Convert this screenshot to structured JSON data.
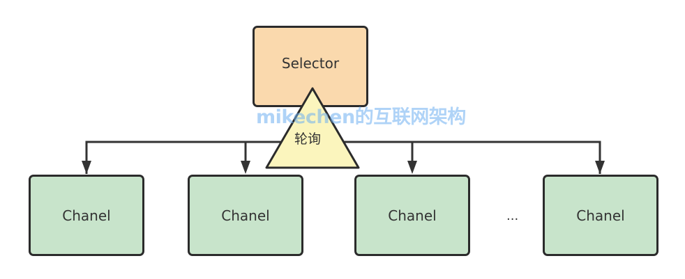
{
  "diagram": {
    "selector": {
      "label": "Selector",
      "color": "#fad9ad"
    },
    "polling": {
      "label": "轮询",
      "color": "#fbf5bd"
    },
    "channels": [
      {
        "label": "Chanel"
      },
      {
        "label": "Chanel"
      },
      {
        "label": "Chanel"
      },
      {
        "label": "Chanel"
      }
    ],
    "channel_color": "#c8e4cb",
    "ellipsis": "...",
    "watermark": "mikechen的互联网架构"
  }
}
